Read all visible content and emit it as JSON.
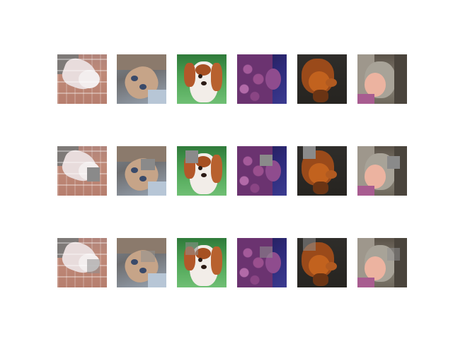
{
  "figure": {
    "rows": 3,
    "columns": 6,
    "images": [
      "cat-on-tiles",
      "tilted-cat",
      "spaniel-on-grass",
      "purple-flowers",
      "brown-animal",
      "tabby-cat"
    ],
    "occluder_color": "#8a8a8a"
  }
}
